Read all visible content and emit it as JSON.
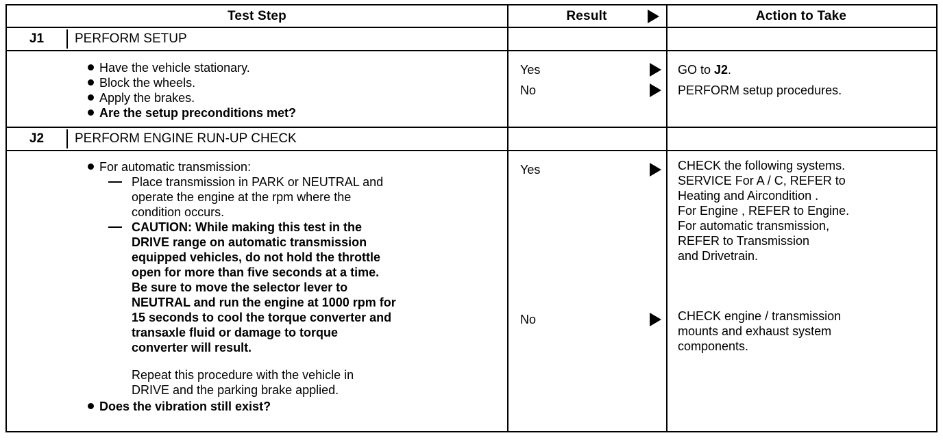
{
  "table": {
    "headers": {
      "test_step": "Test Step",
      "result": "Result",
      "action": "Action to Take",
      "result_arrow_icon": "triangle-right-icon"
    },
    "steps": [
      {
        "id": "J1",
        "title": "PERFORM SETUP",
        "test_step_items": [
          {
            "kind": "bullet",
            "bold": false,
            "text": "Have the vehicle stationary."
          },
          {
            "kind": "bullet",
            "bold": false,
            "text": "Block the wheels."
          },
          {
            "kind": "bullet",
            "bold": false,
            "text": "Apply the brakes."
          },
          {
            "kind": "bullet",
            "bold": true,
            "text": "Are the setup preconditions met?"
          }
        ],
        "results": [
          {
            "label": "Yes",
            "arrow_icon": "triangle-right-icon",
            "action_lines": [
              {
                "text": "GO to ",
                "bold_suffix": "J2",
                "tail": "."
              }
            ]
          },
          {
            "label": "No",
            "arrow_icon": "triangle-right-icon",
            "action_lines": [
              {
                "text": "PERFORM setup procedures."
              }
            ]
          }
        ]
      },
      {
        "id": "J2",
        "title": "PERFORM ENGINE RUN-UP CHECK",
        "test_step_items": [
          {
            "kind": "bullet",
            "bold": false,
            "text": "For automatic transmission:"
          },
          {
            "kind": "dash",
            "bold": false,
            "text": "Place transmission in PARK or NEUTRAL and operate the engine at the rpm where the condition occurs."
          },
          {
            "kind": "dash",
            "bold": true,
            "text": "CAUTION: While making this test in the DRIVE range on automatic transmission equipped vehicles, do not hold the throttle open for more than five seconds at a time. Be sure to move the selector lever to NEUTRAL and run the engine at 1000 rpm for 15 seconds to cool the torque converter and transaxle fluid or damage to torque converter will result."
          },
          {
            "kind": "spacer"
          },
          {
            "kind": "plain",
            "bold": false,
            "text": "Repeat this procedure with the vehicle in DRIVE and the parking brake applied."
          },
          {
            "kind": "bullet",
            "bold": true,
            "text": "Does the vibration still exist?"
          }
        ],
        "results": [
          {
            "label": "Yes",
            "arrow_icon": "triangle-right-icon",
            "action_lines": [
              {
                "text": "CHECK the following systems."
              },
              {
                "text": "SERVICE  For A / C, REFER to"
              },
              {
                "text": "Heating and Aircondition ."
              },
              {
                "text": "For Engine , REFER to Engine."
              },
              {
                "text": "For automatic transmission,"
              },
              {
                "text": "REFER to Transmission"
              },
              {
                "text": "and Drivetrain."
              }
            ]
          },
          {
            "label": "No",
            "arrow_icon": "triangle-right-icon",
            "action_lines": [
              {
                "text": "CHECK engine / transmission"
              },
              {
                "text": "mounts and exhaust system"
              },
              {
                "text": "components."
              }
            ]
          }
        ]
      }
    ]
  },
  "j1": {
    "id": "J1",
    "title": "PERFORM SETUP",
    "b1": "Have the vehicle stationary.",
    "b2": "Block the wheels.",
    "b3": "Apply the brakes.",
    "b4": "Are the setup preconditions met?",
    "yes_label": "Yes",
    "no_label": "No",
    "yes_action_pre": "GO to ",
    "yes_action_bold": "J2",
    "yes_action_post": ".",
    "no_action": "PERFORM setup procedures."
  },
  "j2": {
    "id": "J2",
    "title": "PERFORM ENGINE RUN-UP CHECK",
    "b1": "For automatic transmission:",
    "d1_l1": "Place transmission in PARK or NEUTRAL and",
    "d1_l2": "operate the engine at the rpm where the",
    "d1_l3": "condition occurs.",
    "d2_l1": "CAUTION: While making this test in the",
    "d2_l2": "DRIVE range on automatic transmission",
    "d2_l3": "equipped vehicles, do not hold the throttle",
    "d2_l4": "open for more than five seconds at a time.",
    "d2_l5": "Be sure to move the selector lever to",
    "d2_l6": "NEUTRAL and run the engine at 1000 rpm for",
    "d2_l7": "15 seconds to cool the torque converter and",
    "d2_l8": "transaxle fluid or damage to torque",
    "d2_l9": "converter will result.",
    "p1_l1": "Repeat this procedure with the vehicle in",
    "p1_l2": "DRIVE and the parking brake applied.",
    "b2": "Does the vibration still exist?",
    "yes_label": "Yes",
    "no_label": "No",
    "yes_a1": "CHECK the following systems.",
    "yes_a2": "SERVICE  For A / C, REFER to",
    "yes_a3": "Heating and Aircondition .",
    "yes_a4": "For Engine , REFER to Engine.",
    "yes_a5": "For automatic transmission,",
    "yes_a6": "REFER to Transmission",
    "yes_a7": "and Drivetrain.",
    "no_a1": "CHECK engine / transmission",
    "no_a2": "mounts and exhaust system",
    "no_a3": "components."
  },
  "colors": {
    "ink": "#000000",
    "paper": "#ffffff"
  }
}
